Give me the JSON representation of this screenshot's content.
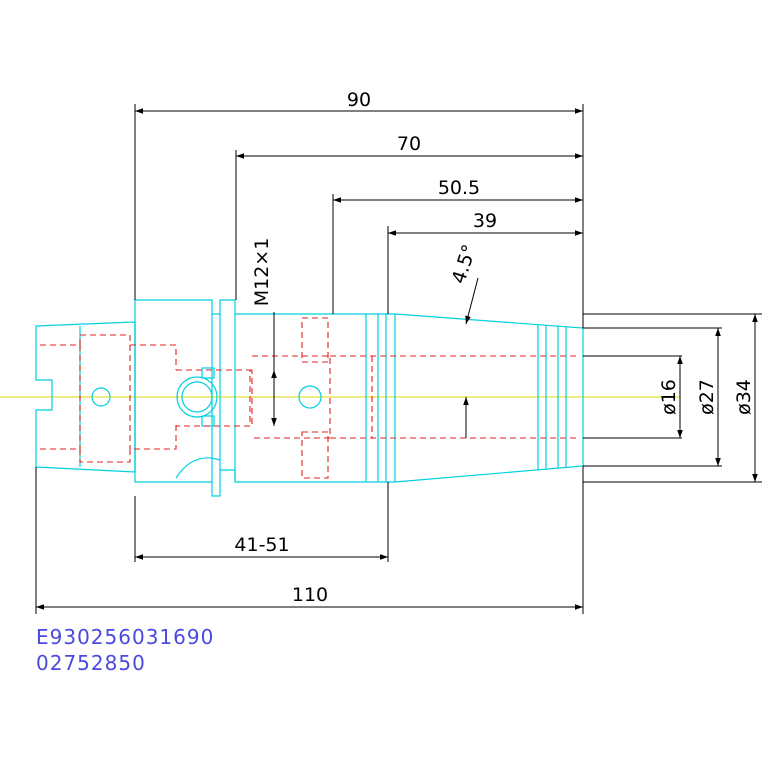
{
  "dimensions": {
    "d90": "90",
    "d70": "70",
    "d50_5": "50.5",
    "d39": "39",
    "angle": "4.5°",
    "thread": "M12×1",
    "d16": "ø16",
    "d27": "ø27",
    "d34": "ø34",
    "d41_51": "41-51",
    "d110": "110"
  },
  "codes": {
    "line1": "E930256031690",
    "line2": "02752850"
  },
  "colors": {
    "outline": "#00d0e0",
    "hidden": "#e02020",
    "centerline": "#d8d800",
    "dimension": "#000000",
    "codes": "#4a4ae0"
  }
}
